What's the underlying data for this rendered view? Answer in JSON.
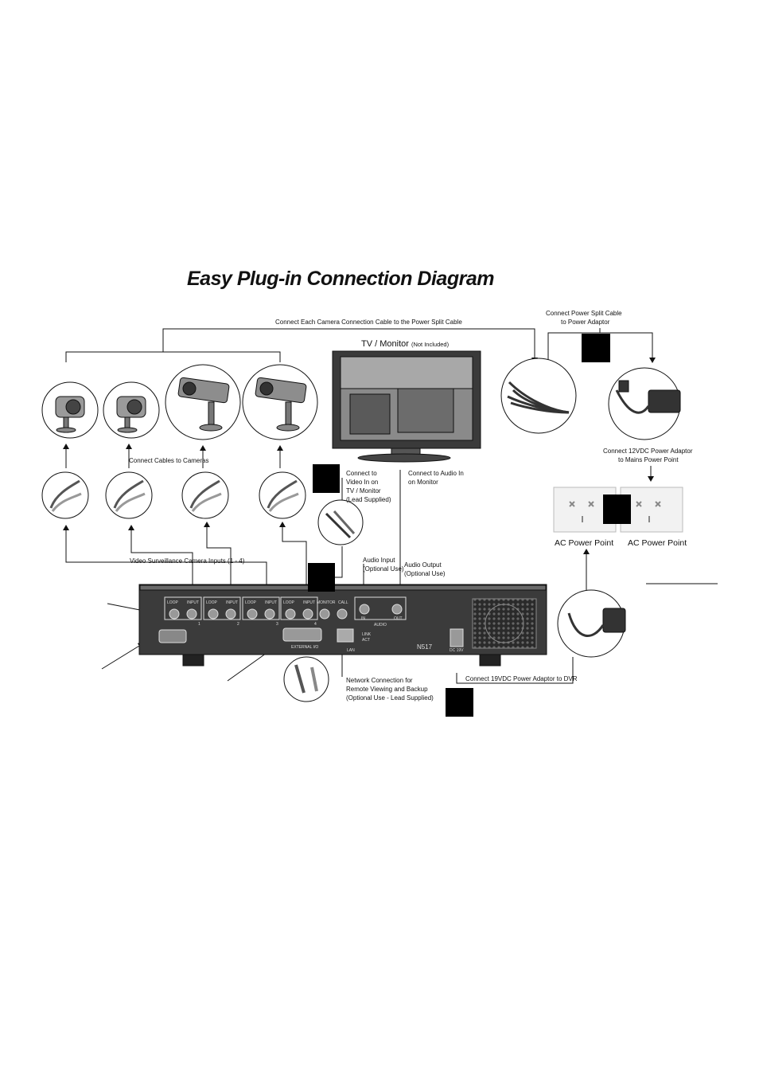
{
  "title": "Easy Plug-in Connection Diagram",
  "labels": {
    "camera_to_split": "Connect Each Camera Connection Cable to the Power Split Cable",
    "split_to_adaptor_1": "Connect Power Split Cable",
    "split_to_adaptor_2": "to Power Adaptor",
    "tv_monitor": "TV / Monitor",
    "tv_not_included": "(Not Included)",
    "cables_to_cameras": "Connect Cables to Cameras",
    "adaptor_mains_1": "Connect 12VDC Power Adaptor",
    "adaptor_mains_2": "to Mains Power Point",
    "video_in_1": "Connect to",
    "video_in_2": "Video In on",
    "video_in_3": "TV / Monitor",
    "video_in_4": "(Lead Supplied)",
    "audio_in_1": "Connect to Audio In",
    "audio_in_2": "on Monitor",
    "ac_point_1": "AC Power Point",
    "ac_point_2": "AC Power Point",
    "camera_inputs": "Video Surveillance Camera Inputs (1 - 4)",
    "audio_input_1": "Audio Input",
    "audio_input_2": "(Optional Use)",
    "audio_output_1": "Audio Output",
    "audio_output_2": "(Optional Use)",
    "network_1": "Network Connection for",
    "network_2": "Remote Viewing and Backup",
    "network_3": "(Optional Use - Lead Supplied)",
    "dvr_power": "Connect 19VDC Power Adaptor to DVR"
  },
  "dvr_panel": {
    "loop": "LOOP",
    "input": "INPUT",
    "monitor": "MONITOR",
    "call": "CALL",
    "audio": "AUDIO",
    "in": "IN",
    "out": "OUT",
    "external_io": "EXTERNAL I/O",
    "lan": "LAN",
    "link": "LINK",
    "act": "ACT",
    "model": "N517",
    "dc": "DC 19V",
    "ch": [
      "1",
      "2",
      "3",
      "4"
    ]
  }
}
